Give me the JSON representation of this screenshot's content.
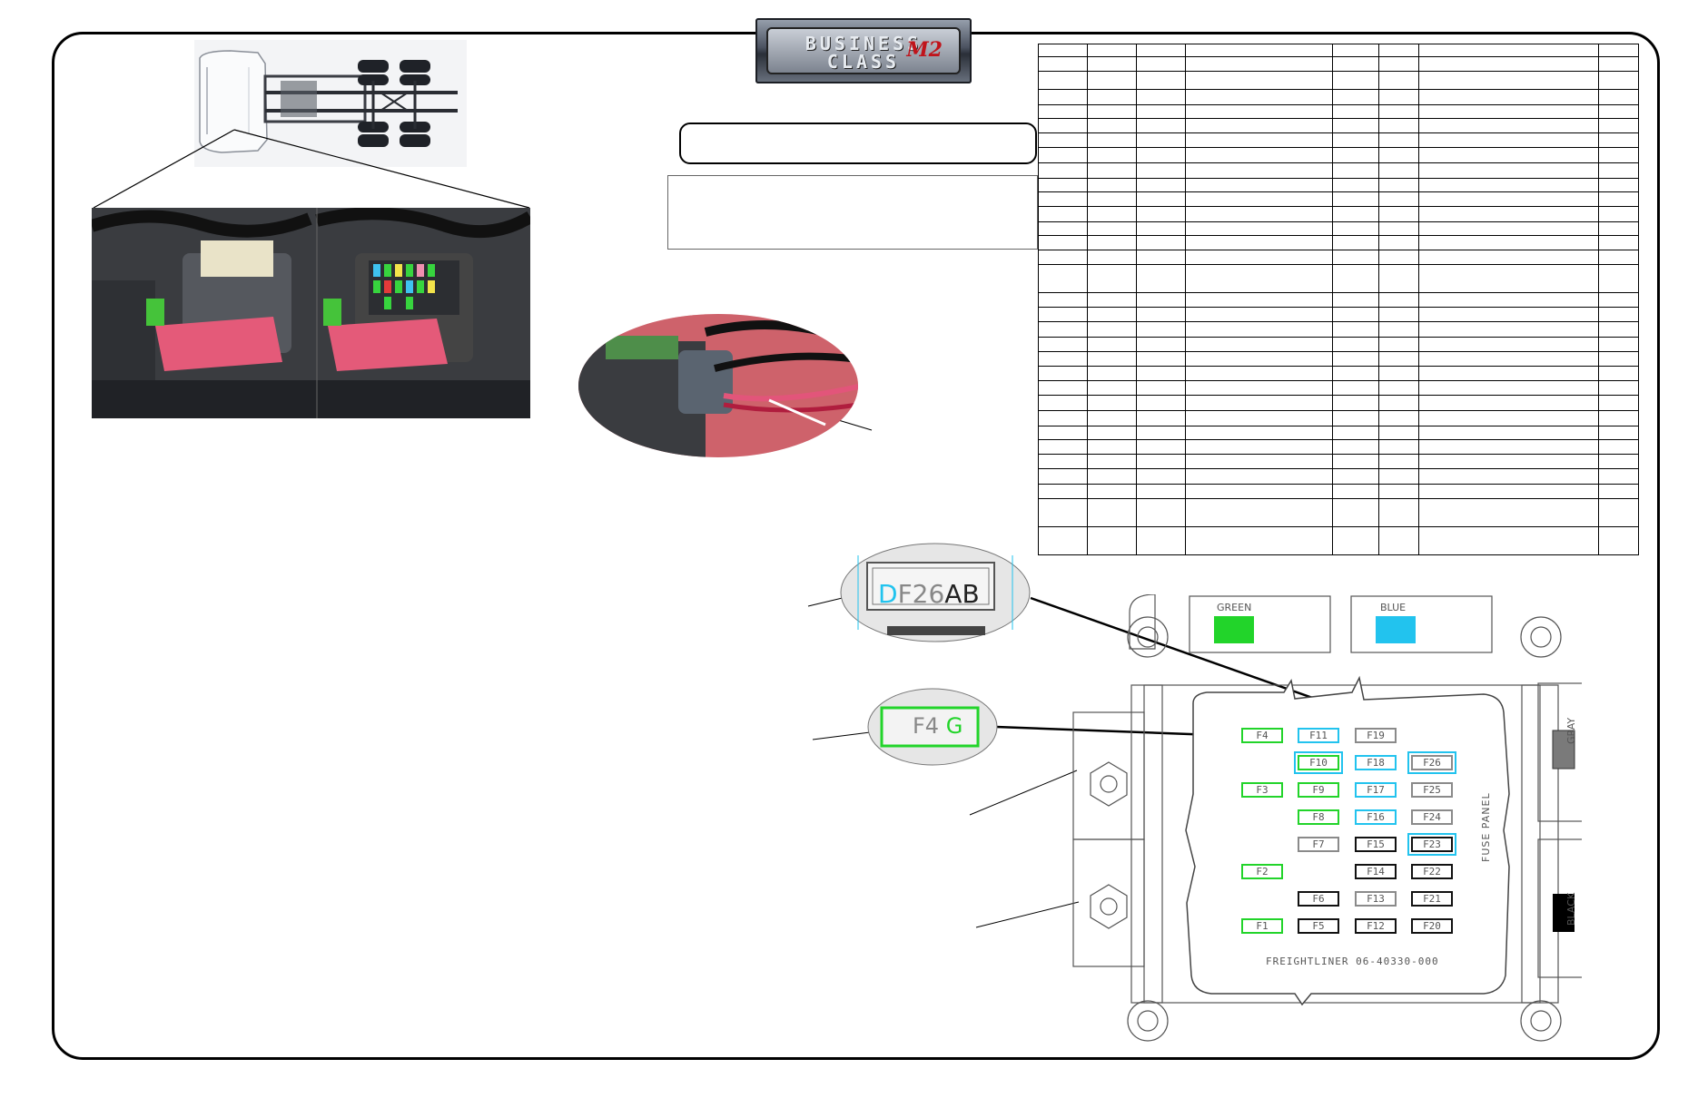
{
  "logo": {
    "line1": "BUSINESS",
    "line2": "CLASS",
    "model": "M2"
  },
  "colors": {
    "fuse_green": "#22d42a",
    "fuse_blue": "#22c3ee",
    "fuse_gray": "#8a8a8a",
    "fuse_black": "#111111",
    "relay_gray": "#7a7a7a",
    "relay_black": "#000000"
  },
  "callouts": {
    "relay_label": {
      "prefix": "D",
      "code": "F26",
      "suffix": "AB"
    },
    "fuse_label": {
      "code": "F4",
      "suffix": "G"
    }
  },
  "fuse_panel": {
    "title": "FUSE PANEL",
    "part_number": "FREIGHTLINER 06-40330-000",
    "bus_labels": {
      "green": "GREEN",
      "blue": "BLUE",
      "gray": "GRAY",
      "black": "BLACK"
    },
    "fuses": [
      {
        "id": "F4",
        "color": "green"
      },
      {
        "id": "F11",
        "color": "blue"
      },
      {
        "id": "F19",
        "color": "gray"
      },
      {
        "id": "F10",
        "color": "green"
      },
      {
        "id": "F18",
        "color": "blue"
      },
      {
        "id": "F26",
        "color": "gray"
      },
      {
        "id": "F3",
        "color": "green"
      },
      {
        "id": "F9",
        "color": "green"
      },
      {
        "id": "F17",
        "color": "blue"
      },
      {
        "id": "F25",
        "color": "gray"
      },
      {
        "id": "F8",
        "color": "green"
      },
      {
        "id": "F16",
        "color": "blue"
      },
      {
        "id": "F24",
        "color": "gray"
      },
      {
        "id": "F7",
        "color": "gray"
      },
      {
        "id": "F15",
        "color": "black"
      },
      {
        "id": "F23",
        "color": "black"
      },
      {
        "id": "F2",
        "color": "green"
      },
      {
        "id": "F14",
        "color": "black"
      },
      {
        "id": "F22",
        "color": "black"
      },
      {
        "id": "F6",
        "color": "black"
      },
      {
        "id": "F13",
        "color": "gray"
      },
      {
        "id": "F21",
        "color": "black"
      },
      {
        "id": "F1",
        "color": "green"
      },
      {
        "id": "F5",
        "color": "black"
      },
      {
        "id": "F12",
        "color": "black"
      },
      {
        "id": "F20",
        "color": "black"
      }
    ]
  }
}
